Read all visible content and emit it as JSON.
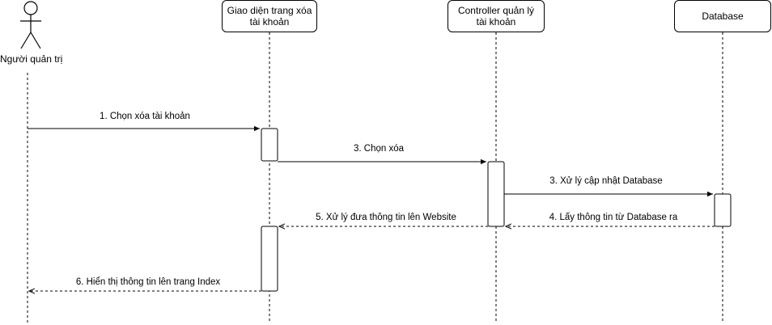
{
  "actor": {
    "label": "Người quản trị"
  },
  "participants": [
    {
      "id": "ui",
      "label": "Giao diện trang xóa tài khoản"
    },
    {
      "id": "controller",
      "label": "Controller quản lý tài khoản"
    },
    {
      "id": "database",
      "label": "Database"
    }
  ],
  "messages": [
    {
      "label": "1. Chọn xóa tài khoản",
      "type": "sync"
    },
    {
      "label": "3. Chọn xóa",
      "type": "sync"
    },
    {
      "label": "3. Xử lý cập nhật Database",
      "type": "sync"
    },
    {
      "label": "4. Lấy thông tin  từ Database ra",
      "type": "return"
    },
    {
      "label": "5. Xử lý đưa thông tin lên Website",
      "type": "return"
    },
    {
      "label": "6. Hiển thị thông tin lên trang Index",
      "type": "return"
    }
  ]
}
